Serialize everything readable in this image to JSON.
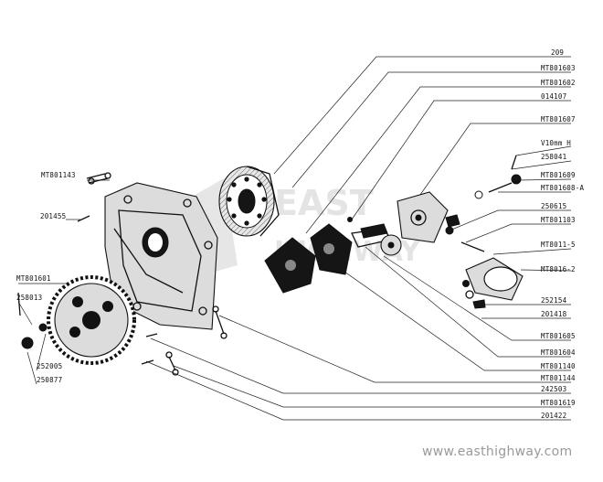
{
  "watermark": {
    "brand_line1": "EAST",
    "brand_line2": "HIGHWAY",
    "website": "www.easthighway.com"
  },
  "part_numbers_right": [
    "209",
    "MT801603",
    "MT801602",
    "014107",
    "MT801607",
    "V10mm H",
    "258041",
    "MT801609",
    "MT801608-A",
    "250615",
    "MT801103",
    "MT8011-5",
    "MT8016-2",
    "252154",
    "201418",
    "MT801605",
    "MT801604",
    "MT801140",
    "MT801144",
    "242503",
    "MT801619",
    "201422"
  ],
  "part_numbers_left": [
    "MT801143",
    "201455",
    "MT801601",
    "258013",
    "252005",
    "250877"
  ],
  "colors": {
    "ink": "#111111",
    "background": "#ffffff",
    "watermark": "#e6e6e6"
  }
}
